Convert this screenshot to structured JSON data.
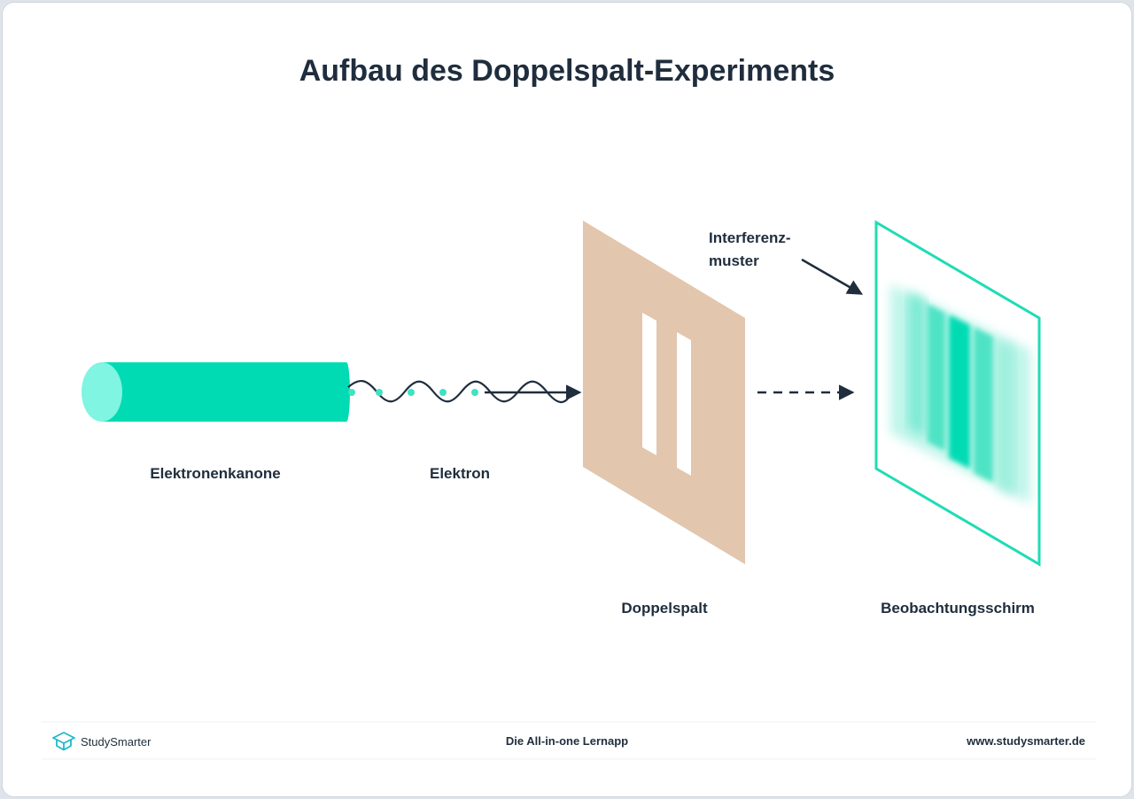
{
  "title": "Aufbau des Doppelspalt-Experiments",
  "labels": {
    "gun": "Elektronenkanone",
    "electron": "Elektron",
    "slit": "Doppelspalt",
    "screen": "Beobachtungsschirm",
    "pattern_line1": "Interferenz-",
    "pattern_line2": "muster"
  },
  "footer": {
    "brand": "StudySmarter",
    "tagline": "Die All-in-one Lernapp",
    "url": "www.studysmarter.de"
  },
  "colors": {
    "accent": "#00dbb4",
    "accent_light": "#7ff5e2",
    "dark": "#1f2d3d",
    "plate": "#e2c6ad"
  }
}
